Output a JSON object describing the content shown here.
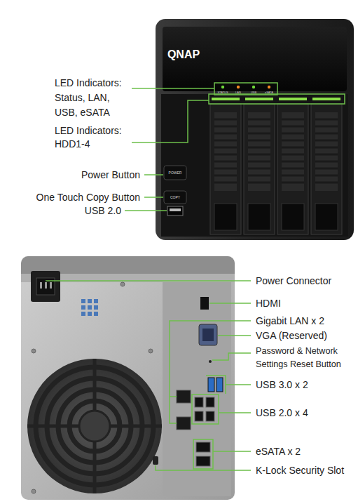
{
  "diagram": {
    "labels": [
      "LED Indicators: Status, LAN, USB, eSATA",
      "LED Indicators: HDD1-4",
      "Power Button",
      "One Touch Copy Button",
      "USB 2.0",
      "Power Connector",
      "HDMI",
      "Gigabit LAN x 2",
      "VGA (Reserved)",
      "Password & Network Settings Reset Button",
      "USB 3.0 x 2",
      "USB 2.0 x 4",
      "eSATA x 2",
      "K-Lock Security Slot",
      "QNAP",
      "STATUS",
      "LAN",
      "USB",
      "eSATA",
      "POWER",
      "COPY"
    ]
  }
}
